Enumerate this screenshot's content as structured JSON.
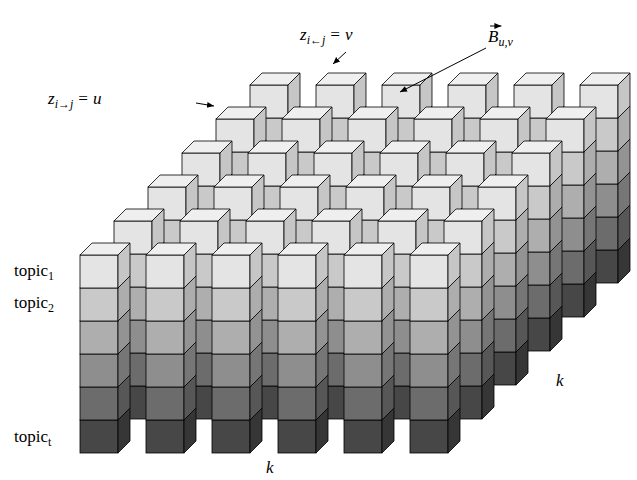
{
  "diagram": {
    "labels": [
      "z",
      "i→j",
      "= u",
      "z",
      "i←j",
      "= v",
      "B",
      "u,v",
      "topic",
      "1",
      "topic",
      "2",
      "topic",
      "t",
      "k",
      "k"
    ]
  }
}
